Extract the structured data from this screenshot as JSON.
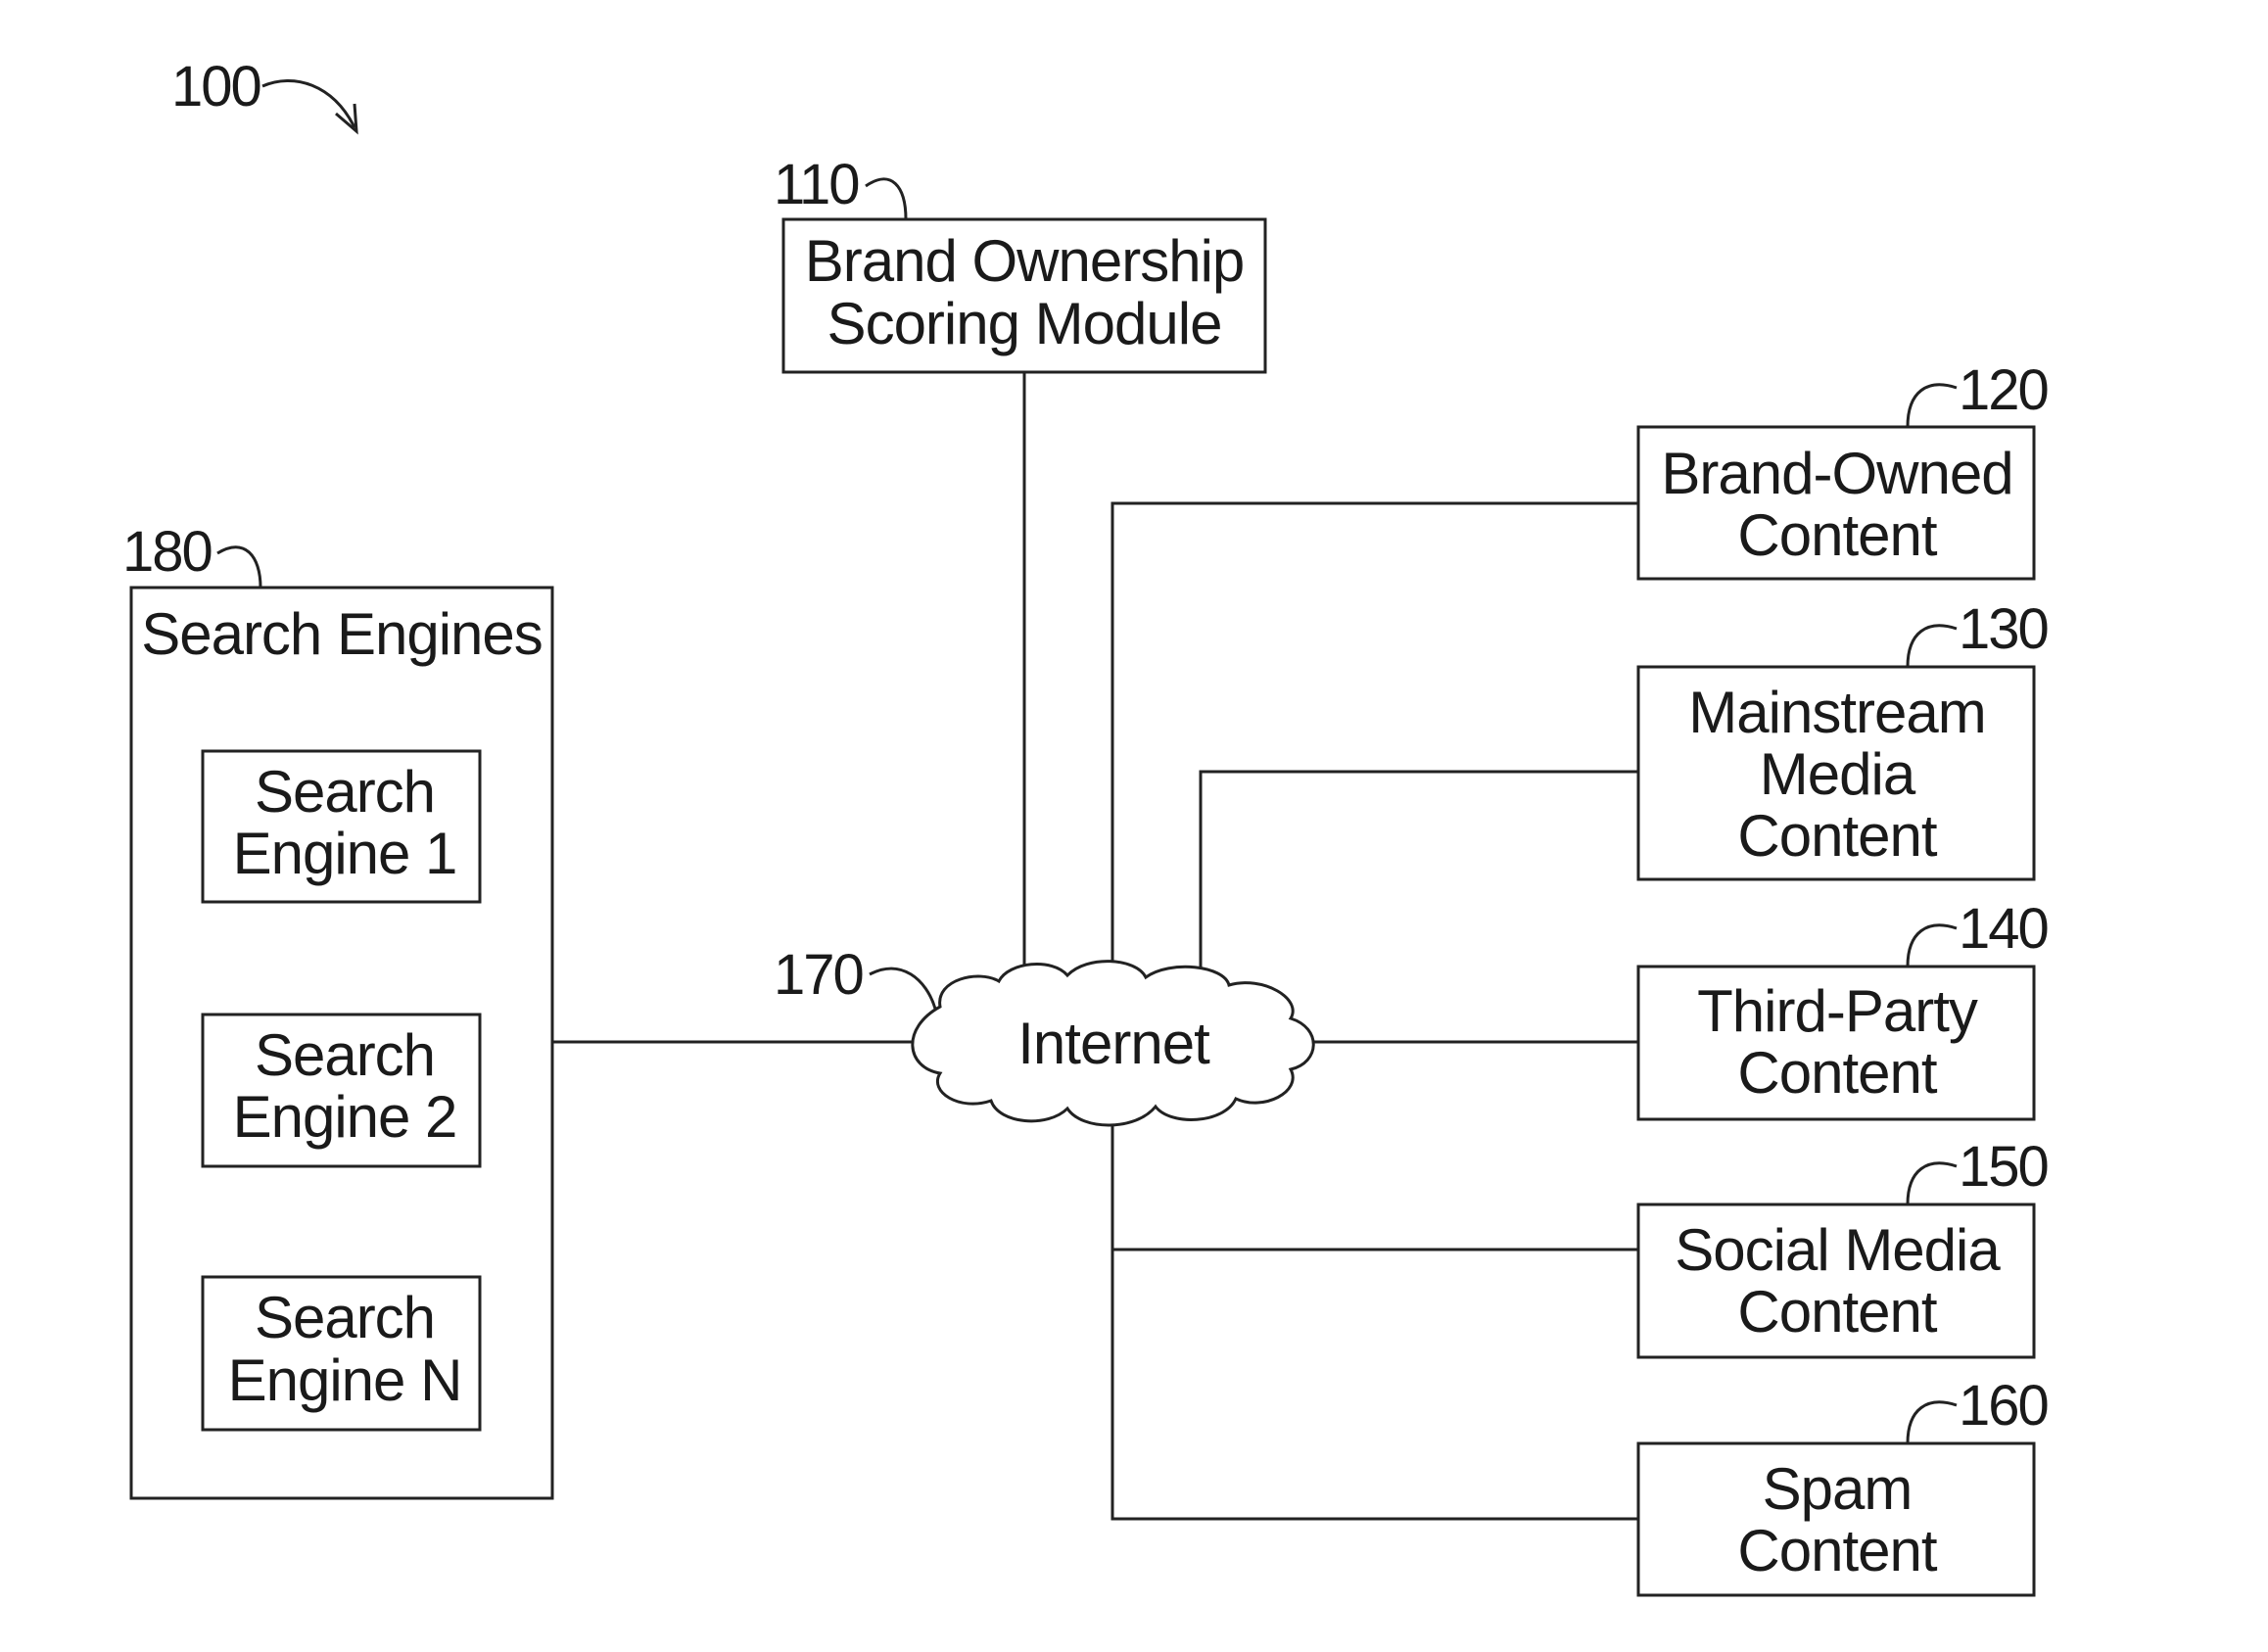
{
  "figure": {
    "ref": "100"
  },
  "scoring_module": {
    "ref": "110",
    "lines": [
      "Brand Ownership",
      "Scoring Module"
    ]
  },
  "network": {
    "ref": "170",
    "label": "Internet"
  },
  "search_engines": {
    "ref": "180",
    "title": "Search Engines",
    "engines": [
      {
        "lines": [
          "Search",
          "Engine 1"
        ]
      },
      {
        "lines": [
          "Search",
          "Engine 2"
        ]
      },
      {
        "lines": [
          "Search",
          "Engine N"
        ]
      }
    ]
  },
  "content_sources": [
    {
      "ref": "120",
      "lines": [
        "Brand-Owned",
        "Content"
      ]
    },
    {
      "ref": "130",
      "lines": [
        "Mainstream",
        "Media",
        "Content"
      ]
    },
    {
      "ref": "140",
      "lines": [
        "Third-Party",
        "Content"
      ]
    },
    {
      "ref": "150",
      "lines": [
        "Social Media",
        "Content"
      ]
    },
    {
      "ref": "160",
      "lines": [
        "Spam",
        "Content"
      ]
    }
  ]
}
